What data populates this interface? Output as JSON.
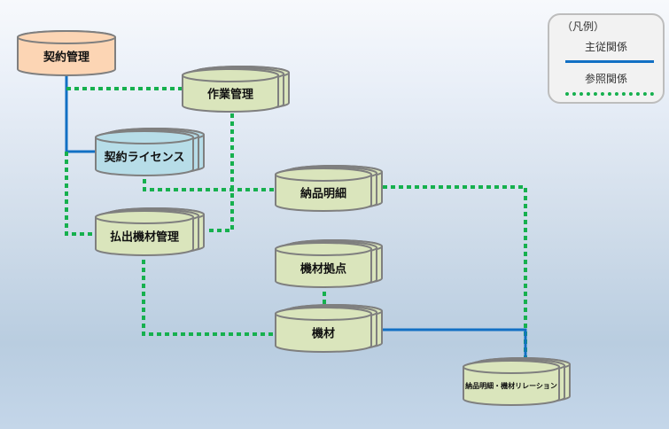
{
  "colors": {
    "master_fill": "#fcd5b4",
    "license_fill": "#b7dde8",
    "entity_fill": "#dae5bc",
    "stroke": "#7f7f7f",
    "main_relation": "#1270c4",
    "ref_relation": "#16b04e"
  },
  "legend": {
    "title": "（凡例）",
    "main_relation_label": "主従関係",
    "ref_relation_label": "参照関係"
  },
  "nodes": [
    {
      "id": "contract",
      "label": "契約管理",
      "style": "master",
      "stacked": false
    },
    {
      "id": "work",
      "label": "作業管理",
      "style": "entity",
      "stacked": true
    },
    {
      "id": "license",
      "label": "契約ライセンス",
      "style": "license",
      "stacked": true
    },
    {
      "id": "delivery",
      "label": "納品明細",
      "style": "entity",
      "stacked": true
    },
    {
      "id": "payout",
      "label": "払出機材管理",
      "style": "entity",
      "stacked": true
    },
    {
      "id": "site",
      "label": "機材拠点",
      "style": "entity",
      "stacked": true
    },
    {
      "id": "equipment",
      "label": "機材",
      "style": "entity",
      "stacked": true
    },
    {
      "id": "relation",
      "label": "納品明細・機材リレーション",
      "style": "entity",
      "stacked": true
    }
  ],
  "edges": [
    {
      "from": "contract",
      "to": "license",
      "type": "main"
    },
    {
      "from": "contract",
      "to": "work",
      "type": "reference"
    },
    {
      "from": "contract",
      "to": "payout",
      "type": "reference"
    },
    {
      "from": "work",
      "to": "payout",
      "type": "reference"
    },
    {
      "from": "license",
      "to": "delivery",
      "type": "reference"
    },
    {
      "from": "delivery",
      "to": "relation",
      "type": "reference"
    },
    {
      "from": "payout",
      "to": "equipment",
      "type": "reference"
    },
    {
      "from": "site",
      "to": "equipment",
      "type": "reference"
    },
    {
      "from": "equipment",
      "to": "relation",
      "type": "main"
    }
  ]
}
